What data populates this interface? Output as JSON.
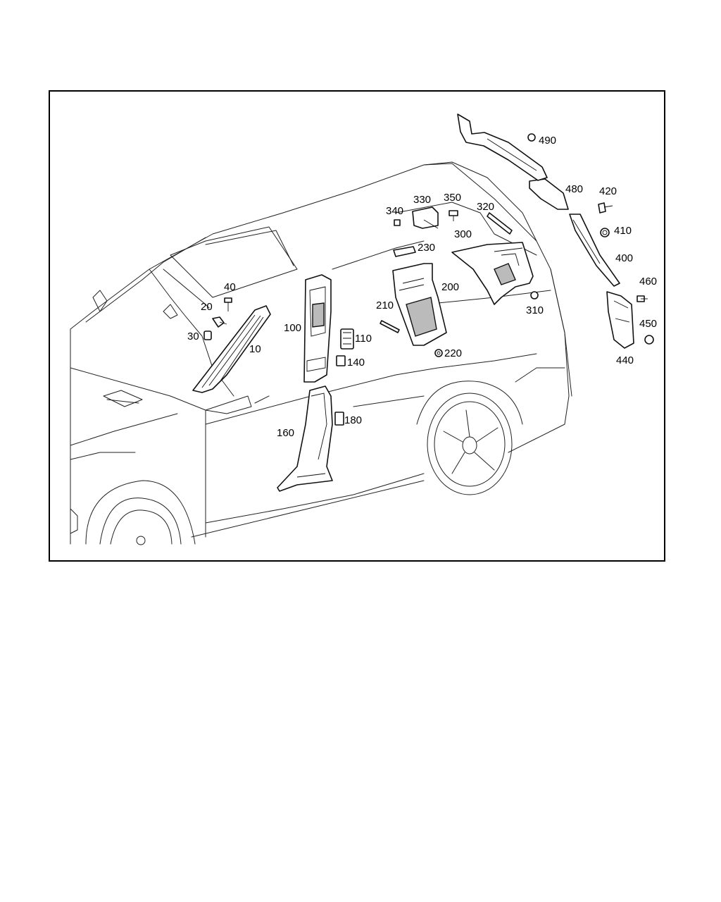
{
  "diagram": {
    "callouts": [
      {
        "id": "c490",
        "text": "490"
      },
      {
        "id": "c480",
        "text": "480"
      },
      {
        "id": "c420",
        "text": "420"
      },
      {
        "id": "c410",
        "text": "410"
      },
      {
        "id": "c400",
        "text": "400"
      },
      {
        "id": "c460",
        "text": "460"
      },
      {
        "id": "c450",
        "text": "450"
      },
      {
        "id": "c440",
        "text": "440"
      },
      {
        "id": "c330",
        "text": "330"
      },
      {
        "id": "c350",
        "text": "350"
      },
      {
        "id": "c340",
        "text": "340"
      },
      {
        "id": "c320",
        "text": "320"
      },
      {
        "id": "c300",
        "text": "300"
      },
      {
        "id": "c230",
        "text": "230"
      },
      {
        "id": "c200",
        "text": "200"
      },
      {
        "id": "c210",
        "text": "210"
      },
      {
        "id": "c310",
        "text": "310"
      },
      {
        "id": "c220",
        "text": "220"
      },
      {
        "id": "c40",
        "text": "40"
      },
      {
        "id": "c20",
        "text": "20"
      },
      {
        "id": "c30",
        "text": "30"
      },
      {
        "id": "c10",
        "text": "10"
      },
      {
        "id": "c100",
        "text": "100"
      },
      {
        "id": "c110",
        "text": "110"
      },
      {
        "id": "c140",
        "text": "140"
      },
      {
        "id": "c160",
        "text": "160"
      },
      {
        "id": "c180",
        "text": "180"
      }
    ]
  }
}
